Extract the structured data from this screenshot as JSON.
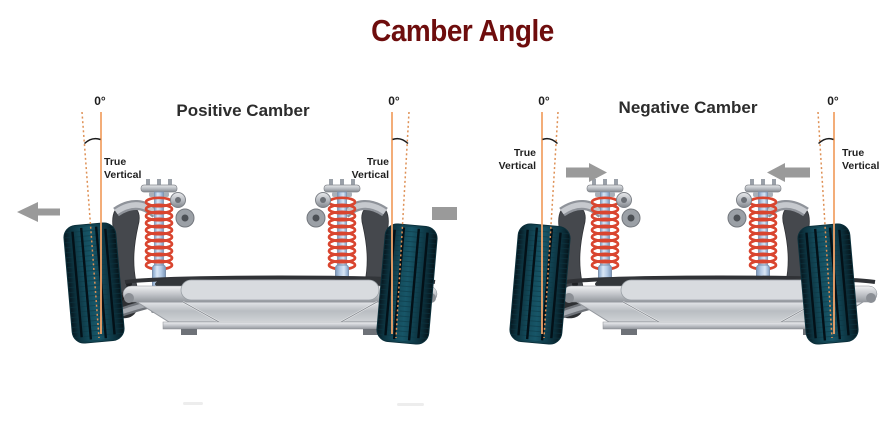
{
  "title": "Camber Angle",
  "colors": {
    "title_text": "#6e0d0d",
    "heading_text": "#2c2c2c",
    "reference_line_orange": "#f2a469",
    "camber_line_dashed_orange": "#de9055",
    "arrow_gray": "#9a9a9a",
    "spring_red": "#d9452f",
    "tire_teal": "#0e3440"
  },
  "positive": {
    "heading": "Positive Camber",
    "left_wheel": {
      "angle_label": "0°",
      "reference_label": "True Vertical"
    },
    "right_wheel": {
      "angle_label": "0°",
      "reference_label": "True Vertical"
    }
  },
  "negative": {
    "heading": "Negative Camber",
    "left_wheel": {
      "angle_label": "0°",
      "reference_label": "True Vertical"
    },
    "right_wheel": {
      "angle_label": "0°",
      "reference_label": "True Vertical"
    }
  }
}
